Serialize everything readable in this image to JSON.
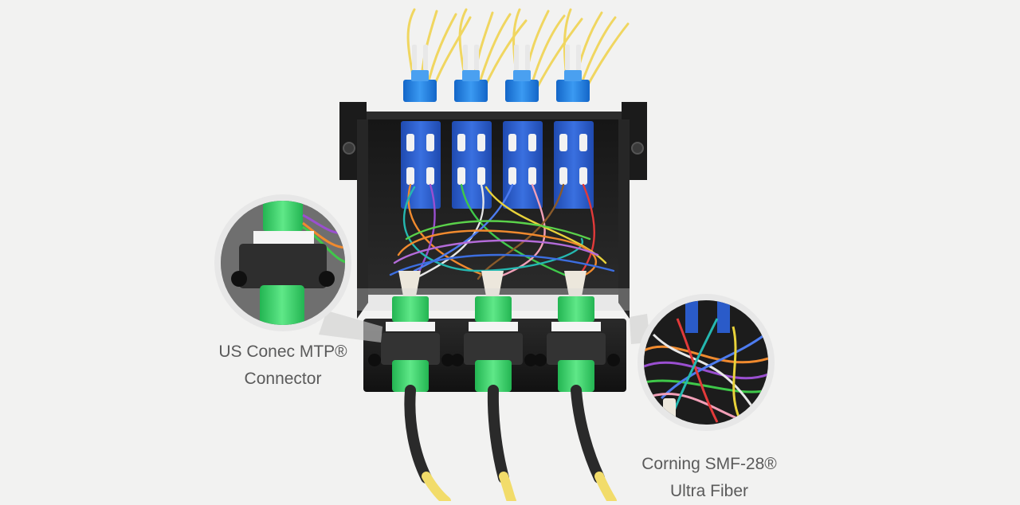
{
  "colors": {
    "background": "#f2f2f1",
    "enclosure": "#1e1e1e",
    "lc_adapter_blue": "#2a5bc9",
    "sc_adapter_blue": "#1e7be0",
    "mtp_green": "#3fd26a",
    "cable_yellow": "#f2dc6a",
    "caption_text": "#5a5a5a"
  },
  "callouts": {
    "left": {
      "icon": "mtp-connector-zoom",
      "line1": "US Conec MTP®",
      "line2": "Connector"
    },
    "right": {
      "icon": "fiber-bundle-zoom",
      "line1": "Corning SMF-28®",
      "line2": "Ultra Fiber"
    }
  }
}
